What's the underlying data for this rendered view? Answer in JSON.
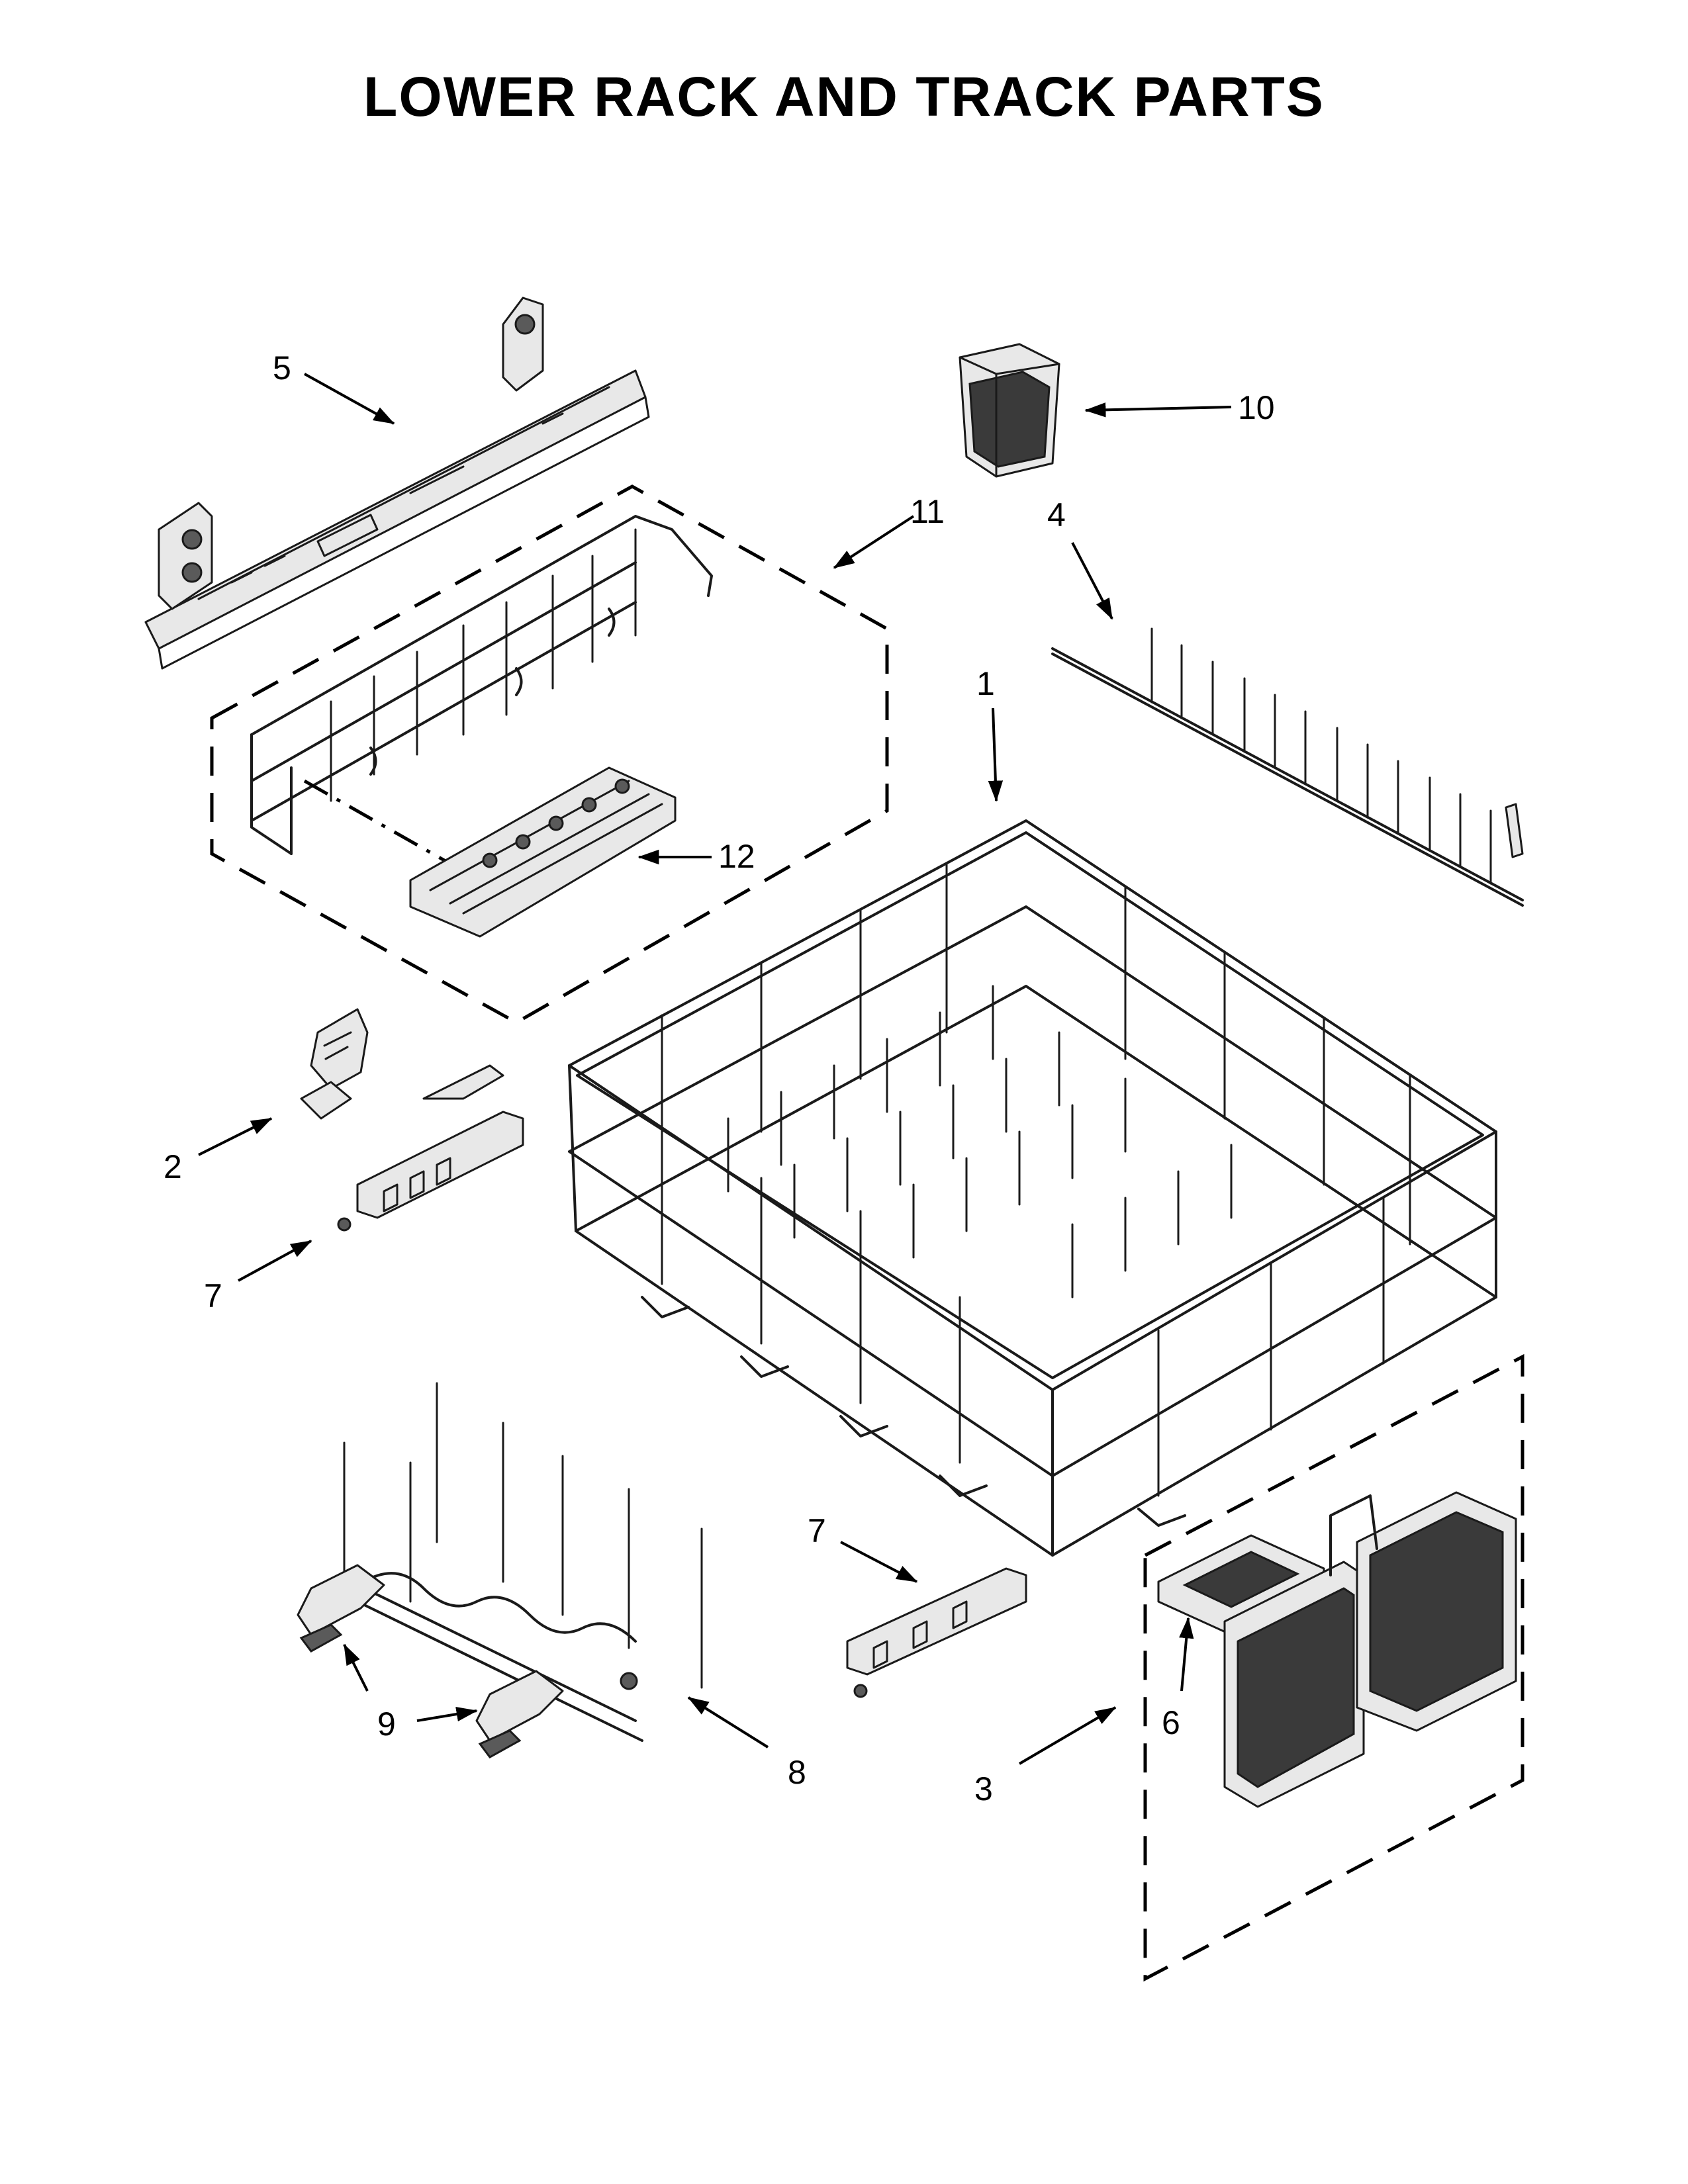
{
  "title": "LOWER RACK AND TRACK PARTS",
  "callouts": {
    "c1": "1",
    "c2": "2",
    "c3": "3",
    "c4": "4",
    "c5": "5",
    "c6": "6",
    "c7a": "7",
    "c7b": "7",
    "c8": "8",
    "c9": "9",
    "c10": "10",
    "c11": "11",
    "c12": "12"
  }
}
